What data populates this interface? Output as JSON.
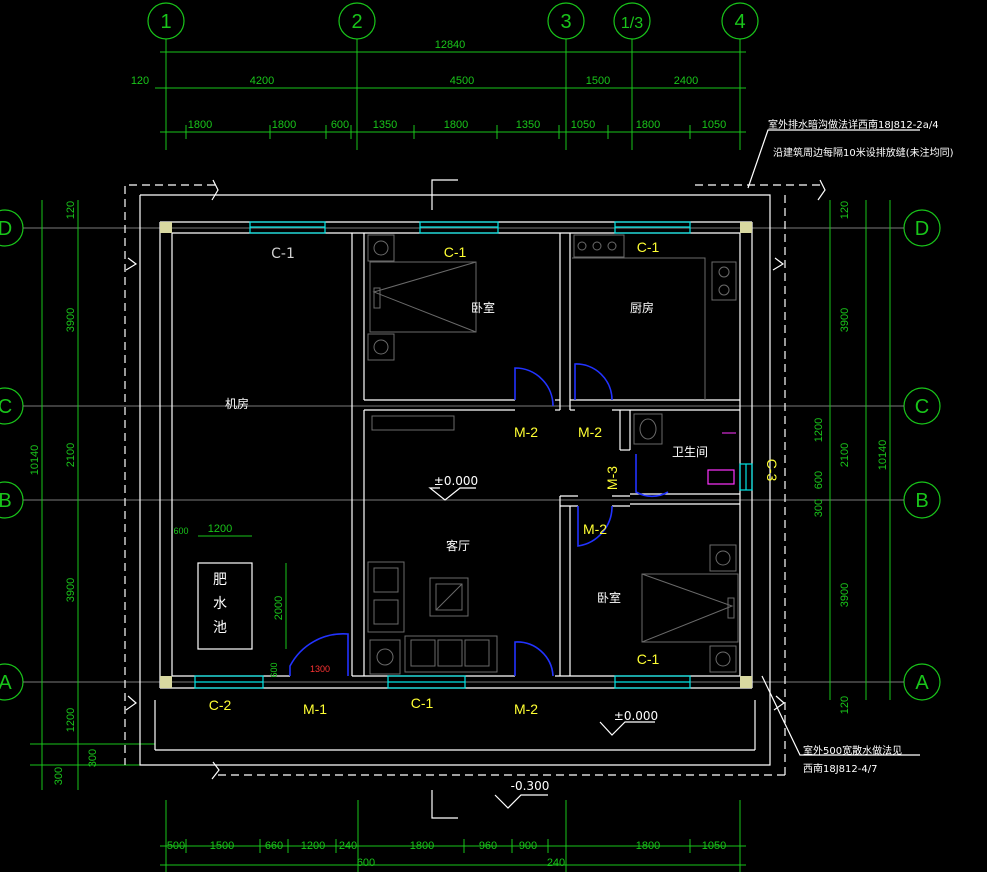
{
  "axes_top": [
    "1",
    "2",
    "3",
    "1/3",
    "4"
  ],
  "axes_side": [
    "D",
    "C",
    "B",
    "A"
  ],
  "dims": {
    "overall": "12840",
    "row2": [
      "120",
      "4200",
      "4500",
      "1500",
      "2400"
    ],
    "row3": [
      "1800",
      "1800",
      "600",
      "1350",
      "1800",
      "1350",
      "1050",
      "1800",
      "1050"
    ],
    "left_outer": "10140",
    "right_outer": "10140",
    "left_inner": [
      "120",
      "3900",
      "2100",
      "3900",
      "1200",
      "300",
      "300"
    ],
    "right_inner": [
      "120",
      "3900",
      "1200",
      "2100",
      "600",
      "300",
      "3900",
      "120"
    ],
    "bottom": [
      "500",
      "1500",
      "660",
      "1200",
      "240",
      "1800",
      "960",
      "900",
      "1800",
      "1050"
    ],
    "bottom_extra": [
      "600",
      "240"
    ],
    "fert_w": "1200",
    "fert_h": "2000",
    "fert_600a": "600",
    "fert_600b": "600",
    "door_1300": "1300"
  },
  "rooms": {
    "machine_room": "机房",
    "bedroom_top": "卧室",
    "kitchen": "厨房",
    "bathroom": "卫生间",
    "living": "客厅",
    "bedroom_bottom": "卧室",
    "fertilizer": [
      "肥",
      "水",
      "池"
    ]
  },
  "tags": {
    "c1_left": "C-1",
    "c1_bed": "C-1",
    "c1_kit": "C-1",
    "c1_bed2": "C-1",
    "c1_bottom": "C-1",
    "c2": "C-2",
    "c3": "C-3",
    "m1": "M-1",
    "m2_a": "M-2",
    "m2_b": "M-2",
    "m2_c": "M-2",
    "m2_d": "M-2",
    "m3": "M-3"
  },
  "levels": {
    "inside": "±0.000",
    "outside": "±0.000",
    "ground": "-0.300"
  },
  "notes": {
    "top_1": "室外排水暗沟做法详西南18J812-2a/4",
    "top_2": "沿建筑周边每隔10米设排放缝(未注均同)",
    "bottom_1": "室外500宽散水做法见",
    "bottom_2": "西南18J812-4/7"
  }
}
